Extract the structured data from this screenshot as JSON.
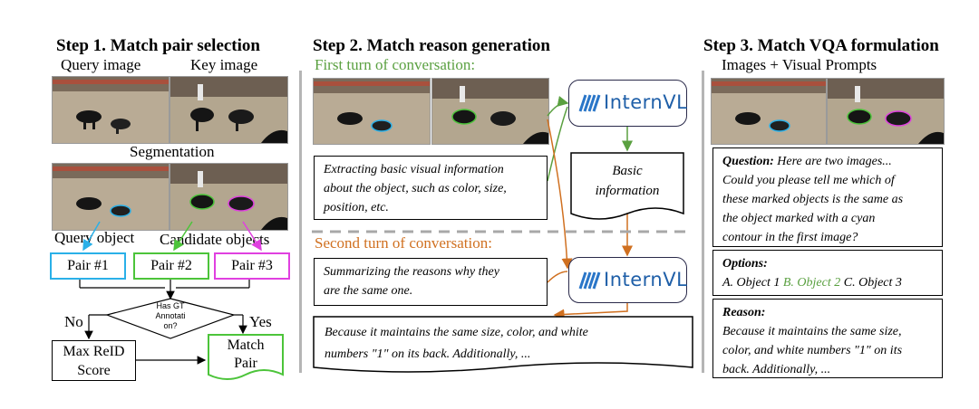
{
  "step1": {
    "title": "Step 1. Match pair selection",
    "query_image": "Query image",
    "key_image": "Key image",
    "segmentation": "Segmentation",
    "query_object": "Query object",
    "candidate_objects": "Candidate objects",
    "pairs": [
      "Pair #1",
      "Pair #2",
      "Pair #3"
    ],
    "decision": [
      "Has GT",
      "Annotati",
      "on?"
    ],
    "no": "No",
    "yes": "Yes",
    "max_reid": [
      "Max ReID",
      "Score"
    ],
    "match_pair": [
      "Match",
      "Pair"
    ]
  },
  "step2": {
    "title": "Step 2. Match reason generation",
    "first_turn": "First turn of conversation:",
    "second_turn": "Second turn of conversation:",
    "model_name": "InternVL",
    "first_prompt": [
      "Extracting basic visual information",
      "about the object, such as color, size,",
      "position, etc."
    ],
    "basic_info": [
      "Basic",
      "information"
    ],
    "second_prompt": [
      "Summarizing the reasons why they",
      "are the same one."
    ],
    "answer": [
      "Because it maintains the same size, color, and white",
      "numbers \"1\" on its back. Additionally, ..."
    ]
  },
  "step3": {
    "title": "Step 3. Match VQA formulation",
    "images_label": "Images + Visual Prompts",
    "question_label": "Question:",
    "question_lines": [
      " Here are two images...",
      "Could you please tell me which of",
      "these marked objects is the same as",
      "the object marked with a cyan",
      "contour in the first image?"
    ],
    "options_label": "Options:",
    "option_a": "A. Object 1 ",
    "option_b": "B. Object 2",
    "option_c": " C. Object 3",
    "reason_label": "Reason:",
    "reason_lines": [
      "Because it maintains the same size,",
      "color, and white numbers \"1\" on its",
      "back. Additionally, ..."
    ]
  },
  "colors": {
    "cyan": "#2ab0e8",
    "green": "#4cc43a",
    "magenta": "#e040e0",
    "first_turn": "#5aa040",
    "second_turn": "#d07020",
    "separator": "#b5b5b5",
    "internvl": "#1f5fa8"
  },
  "icons": [
    "internvl-logo-icon"
  ]
}
